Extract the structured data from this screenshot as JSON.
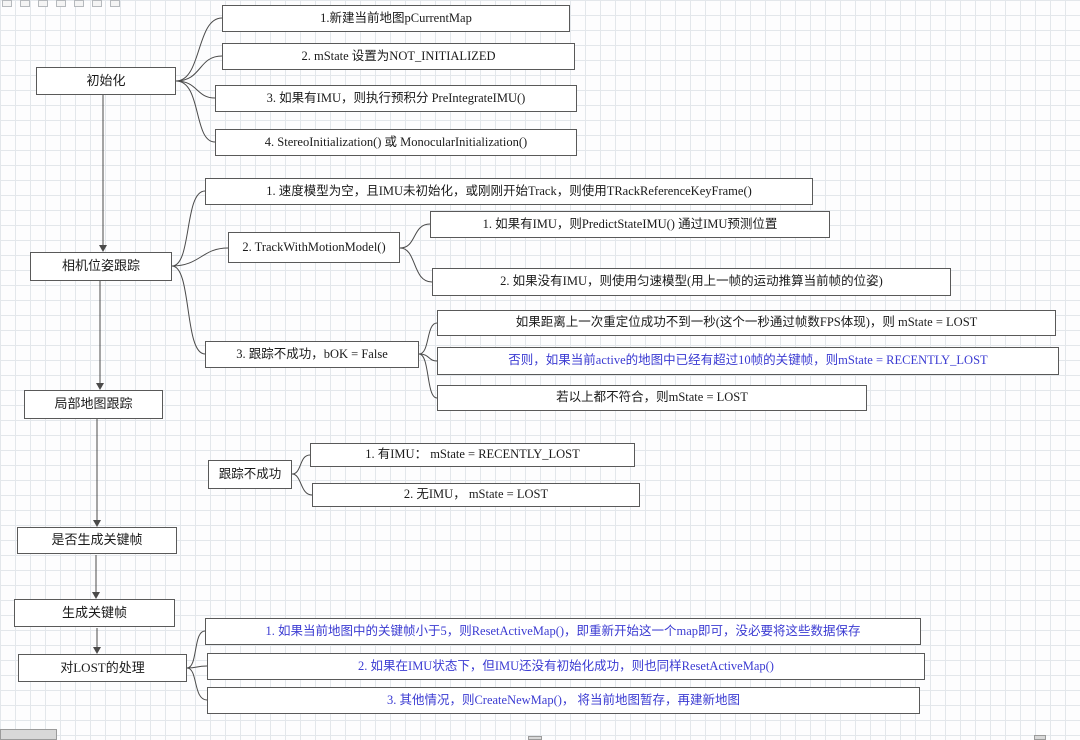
{
  "colors": {
    "box_border": "#595959",
    "text_black": "#1a1a1a",
    "text_blue": "#3b3bd2",
    "grid_line": "#e3e7eb"
  },
  "diagram": {
    "main_flow": [
      {
        "label": "初始化"
      },
      {
        "label": "相机位姿跟踪"
      },
      {
        "label": "局部地图跟踪"
      },
      {
        "label": "是否生成关键帧"
      },
      {
        "label": "生成关键帧"
      },
      {
        "label": "对LOST的处理"
      }
    ],
    "init_steps": [
      "1.新建当前地图pCurrentMap",
      "2. mState 设置为NOT_INITIALIZED",
      "3. 如果有IMU，则执行预积分 PreIntegrateIMU()",
      "4. StereoInitialization() 或 MonocularInitialization()"
    ],
    "tracking": {
      "step1": "1. 速度模型为空，且IMU未初始化，或刚刚开始Track，则使用TRackReferenceKeyFrame()",
      "step2": {
        "label": "2. TrackWithMotionModel()",
        "children": [
          "1. 如果有IMU，则PredictStateIMU() 通过IMU预测位置",
          "2. 如果没有IMU，则使用匀速模型(用上一帧的运动推算当前帧的位姿)"
        ]
      },
      "step3": {
        "label": "3. 跟踪不成功，bOK = False",
        "children": [
          "如果距离上一次重定位成功不到一秒(这个一秒通过帧数FPS体现)，则 mState = LOST",
          "否则，如果当前active的地图中已经有超过10帧的关键帧，则mState = RECENTLY_LOST",
          "若以上都不符合，则mState = LOST"
        ]
      }
    },
    "local_map_fail": {
      "label": "跟踪不成功",
      "children": [
        "1. 有IMU： mState = RECENTLY_LOST",
        "2. 无IMU， mState = LOST"
      ]
    },
    "lost_handling": [
      "1. 如果当前地图中的关键帧小于5，则ResetActiveMap()，即重新开始这一个map即可，没必要将这些数据保存",
      "2. 如果在IMU状态下，但IMU还没有初始化成功，则也同样ResetActiveMap()",
      "3. 其他情况，则CreateNewMap()， 将当前地图暂存，再建新地图"
    ]
  }
}
